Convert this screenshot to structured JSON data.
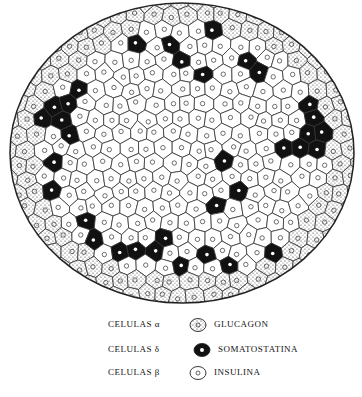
{
  "diagram": {
    "labels": [
      "CELULAS α",
      "CELULAS δ",
      "CELULAS β"
    ],
    "legend": [
      {
        "text": "GLUCAGON"
      },
      {
        "text": "SOMATOSTATINA"
      },
      {
        "text": "INSULINA"
      }
    ]
  }
}
